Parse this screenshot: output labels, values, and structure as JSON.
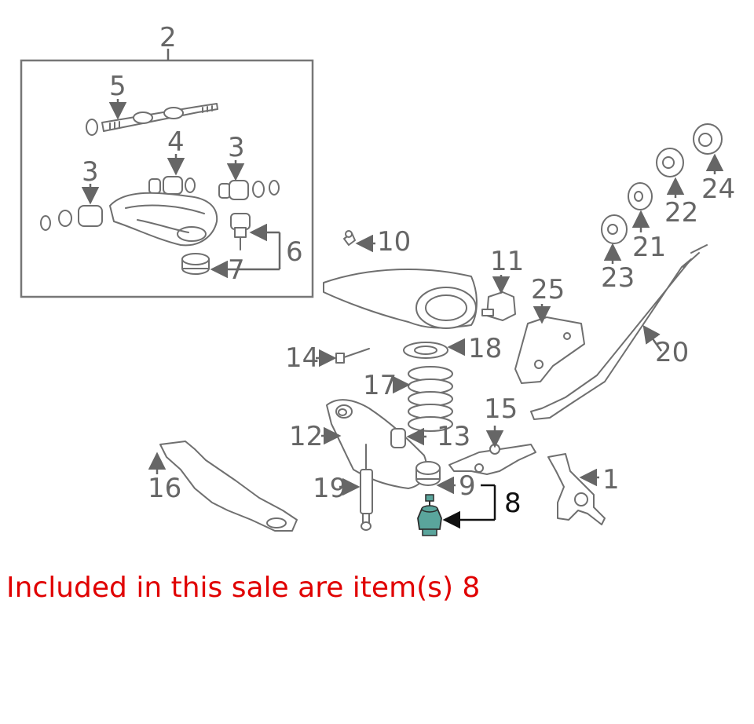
{
  "callouts": {
    "c1": "1",
    "c2": "2",
    "c3a": "3",
    "c3b": "3",
    "c4": "4",
    "c5": "5",
    "c6": "6",
    "c7": "7",
    "c8": "8",
    "c9": "9",
    "c10": "10",
    "c11": "11",
    "c12": "12",
    "c13": "13",
    "c14": "14",
    "c15": "15",
    "c16": "16",
    "c17": "17",
    "c18": "18",
    "c19": "19",
    "c20": "20",
    "c21": "21",
    "c22": "22",
    "c23": "23",
    "c24": "24",
    "c25": "25"
  },
  "sale_note": "Included in this sale are item(s) 8",
  "colors": {
    "highlight_part": "#5aa59c",
    "callout_text": "#666666",
    "highlight_callout": "#111111",
    "sale_note_text": "#e00000"
  }
}
